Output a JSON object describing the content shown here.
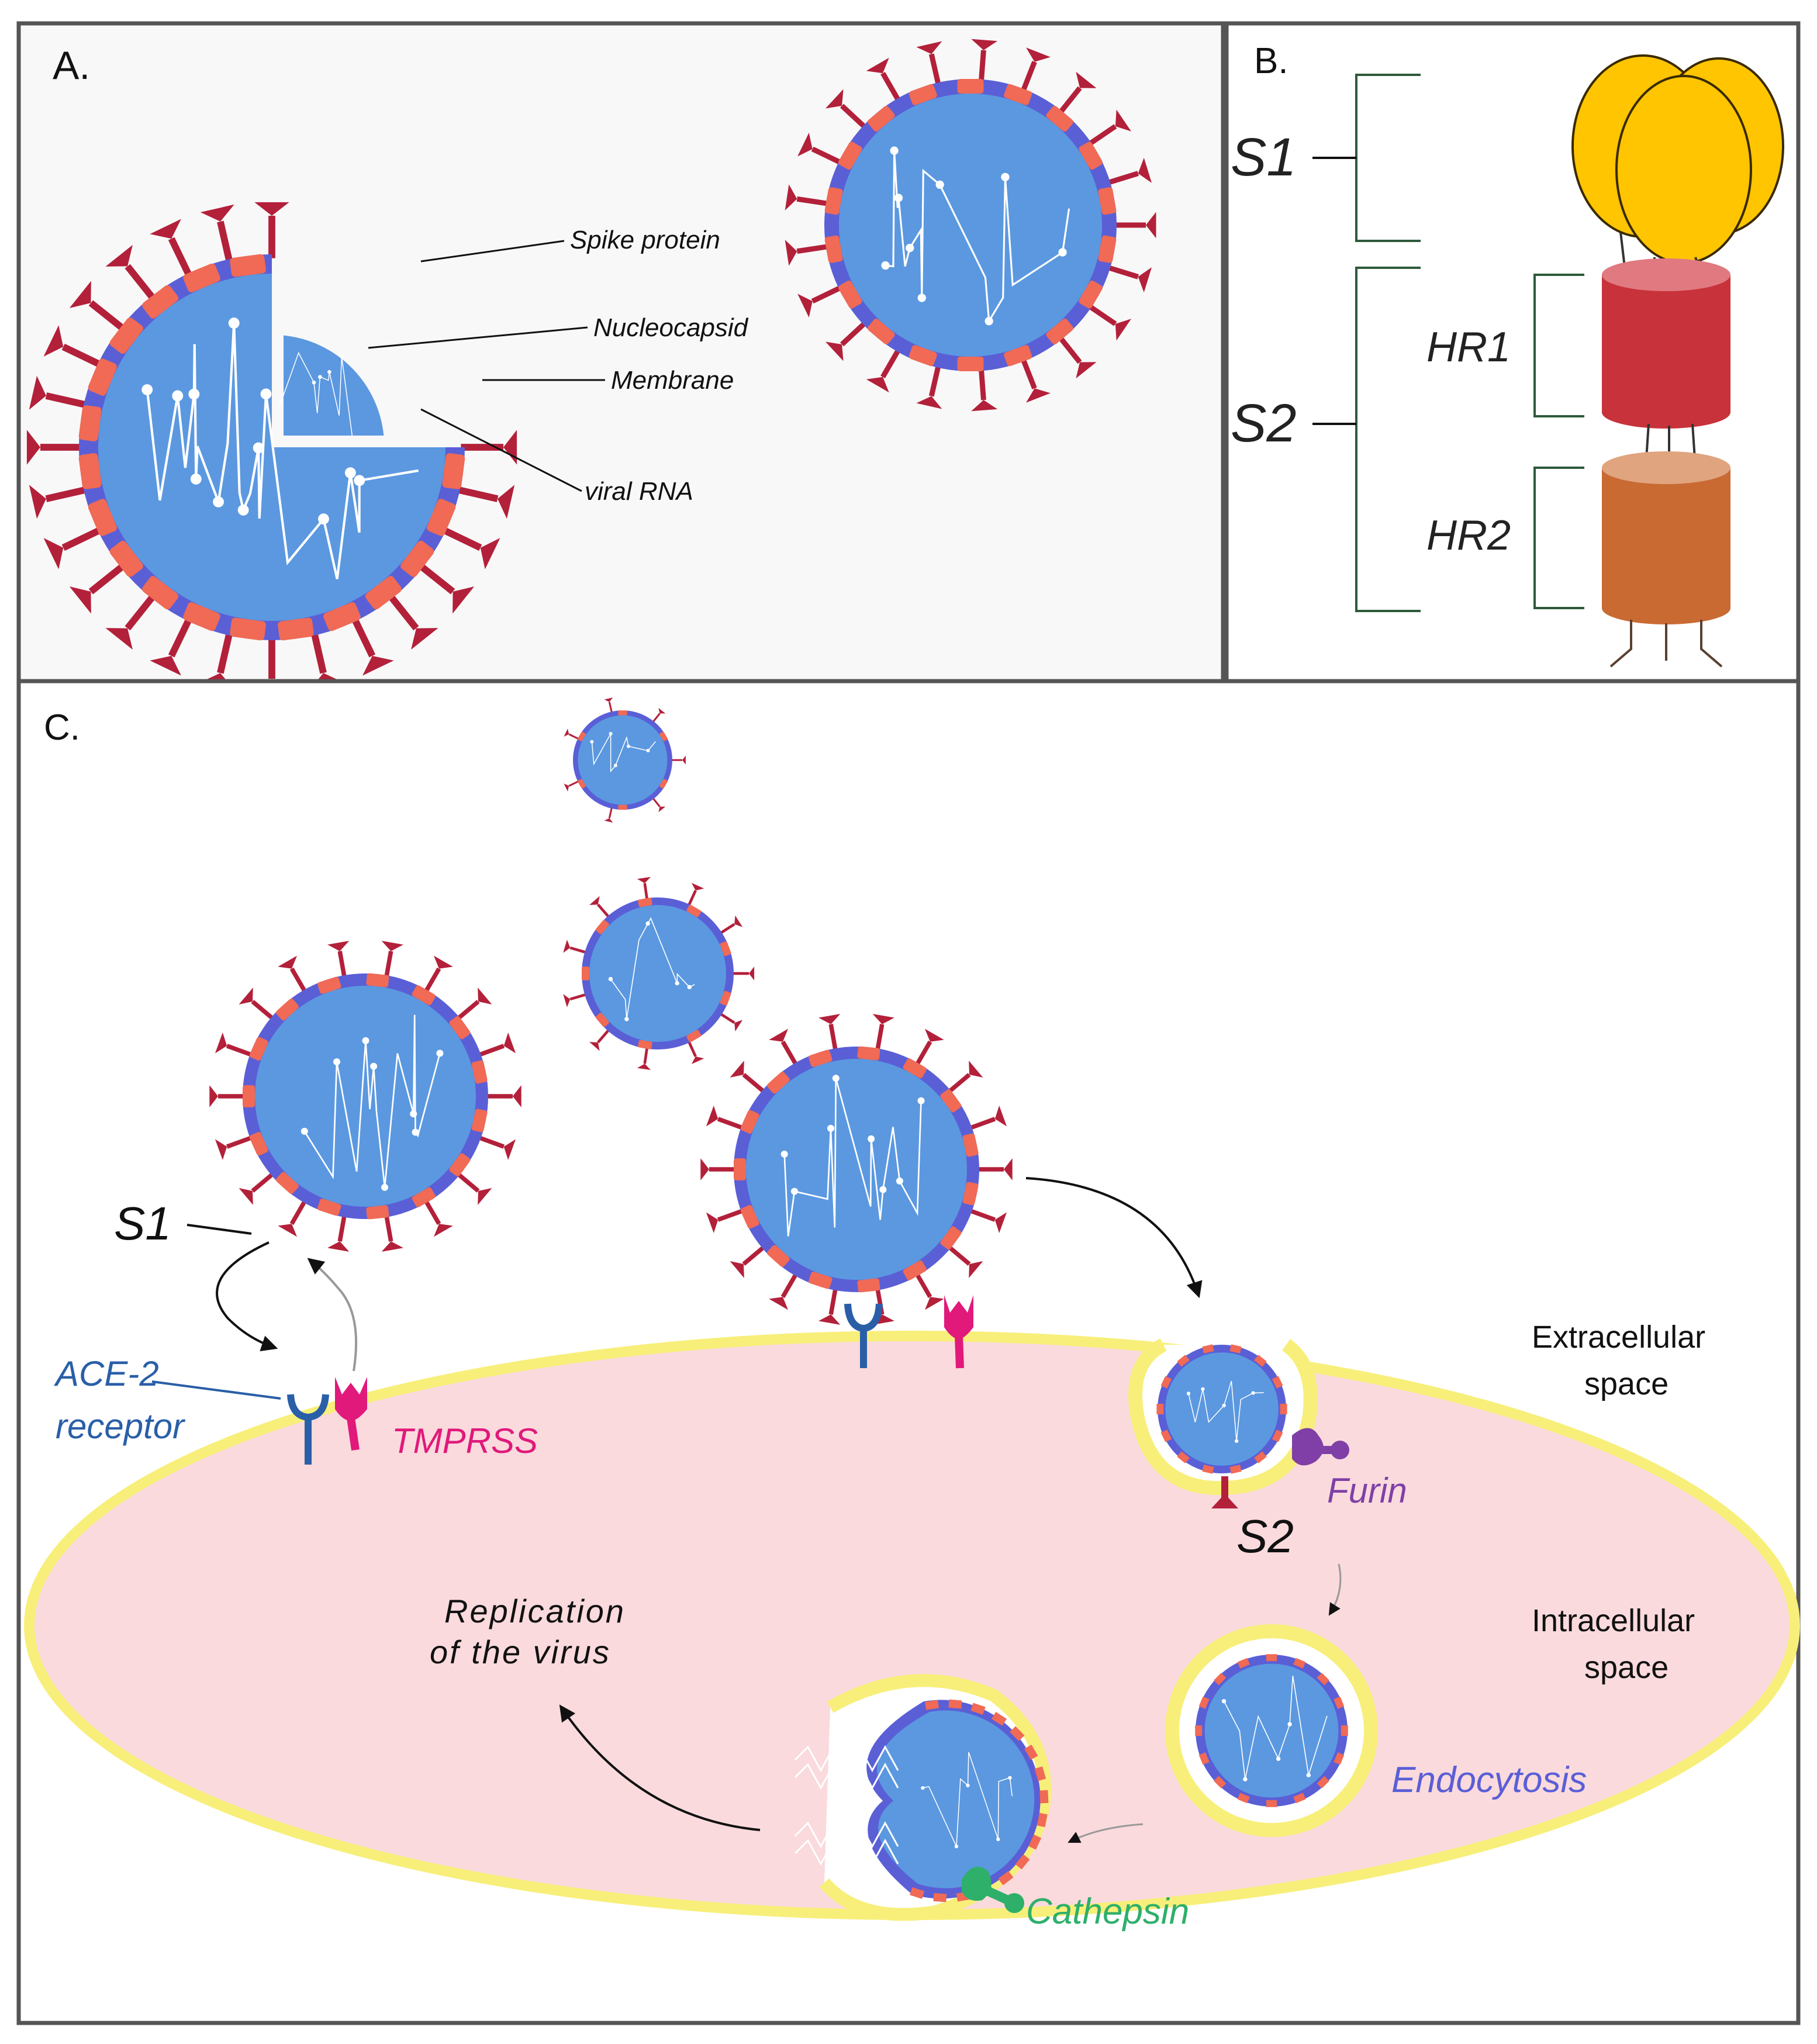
{
  "panels": {
    "a": {
      "label": "A."
    },
    "b": {
      "label": "B."
    },
    "c": {
      "label": "C."
    }
  },
  "panel_a": {
    "spike_protein": "Spike protein",
    "nucleocapsid": "Nucleocapsid",
    "membrane": "Membrane",
    "viral_rna": "viral RNA"
  },
  "panel_b": {
    "s1": "S1",
    "s2": "S2",
    "hr1": "HR1",
    "hr2": "HR2"
  },
  "panel_c": {
    "s1": "S1",
    "s2": "S2",
    "ace2_line1": "ACE-2",
    "ace2_line2": "receptor",
    "tmprss": "TMPRSS",
    "furin": "Furin",
    "cathepsin": "Cathepsin",
    "endocytosis": "Endocytosis",
    "replication_line1": "Replication",
    "replication_line2": "of the virus",
    "extracellular_line1": "Extracellular",
    "extracellular_line2": "space",
    "intracellular_line1": "Intracellular",
    "intracellular_line2": "space"
  },
  "colors": {
    "virus_core": "#5b98e0",
    "virus_ring": "#5a5fd6",
    "spike": "#b3203a",
    "membrane_protein": "#f06a55",
    "cell_fill": "#fadadd",
    "cell_border": "#f7ef7a",
    "ace2": "#2a5fa8",
    "tmprss": "#e0197b",
    "furin": "#7f3fa6",
    "cathepsin": "#2eaf6a",
    "endocytosis": "#5a5fd6",
    "s1_head": "#ffc500",
    "hr1": "#c8323a",
    "hr2": "#c96a33",
    "bracket": "#2e5a3a"
  }
}
